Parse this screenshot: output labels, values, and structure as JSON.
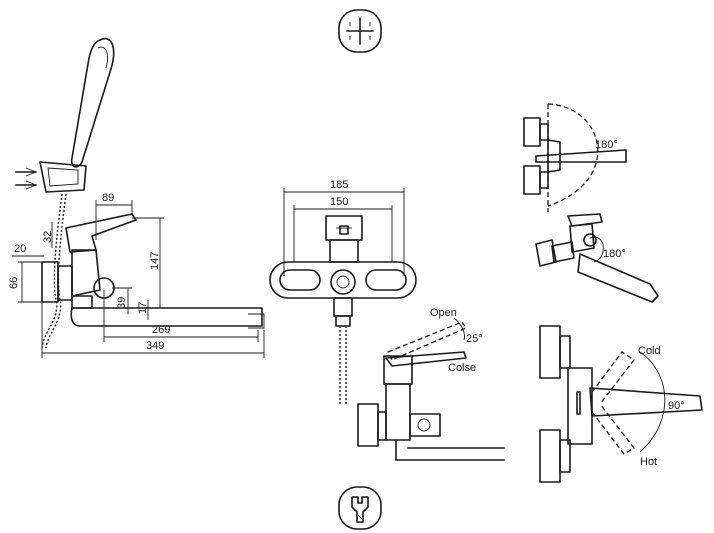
{
  "dimensions": {
    "d185": "185",
    "d150": "150",
    "d89": "89",
    "d32": "32",
    "d20": "20",
    "d66": "66",
    "d147": "147",
    "d39": "39",
    "d17": "17",
    "d269": "269",
    "d349": "349"
  },
  "angles": {
    "swivel_top": "180°",
    "swivel_bottom": "180°",
    "lever_tilt": "25°",
    "lever_turn": "90°"
  },
  "labels": {
    "open": "Open",
    "close": "Colse",
    "cold": "Cold",
    "hot": "Hot"
  },
  "icons": {
    "top": "crosshair-installation-icon",
    "bottom": "wrench-icon"
  }
}
